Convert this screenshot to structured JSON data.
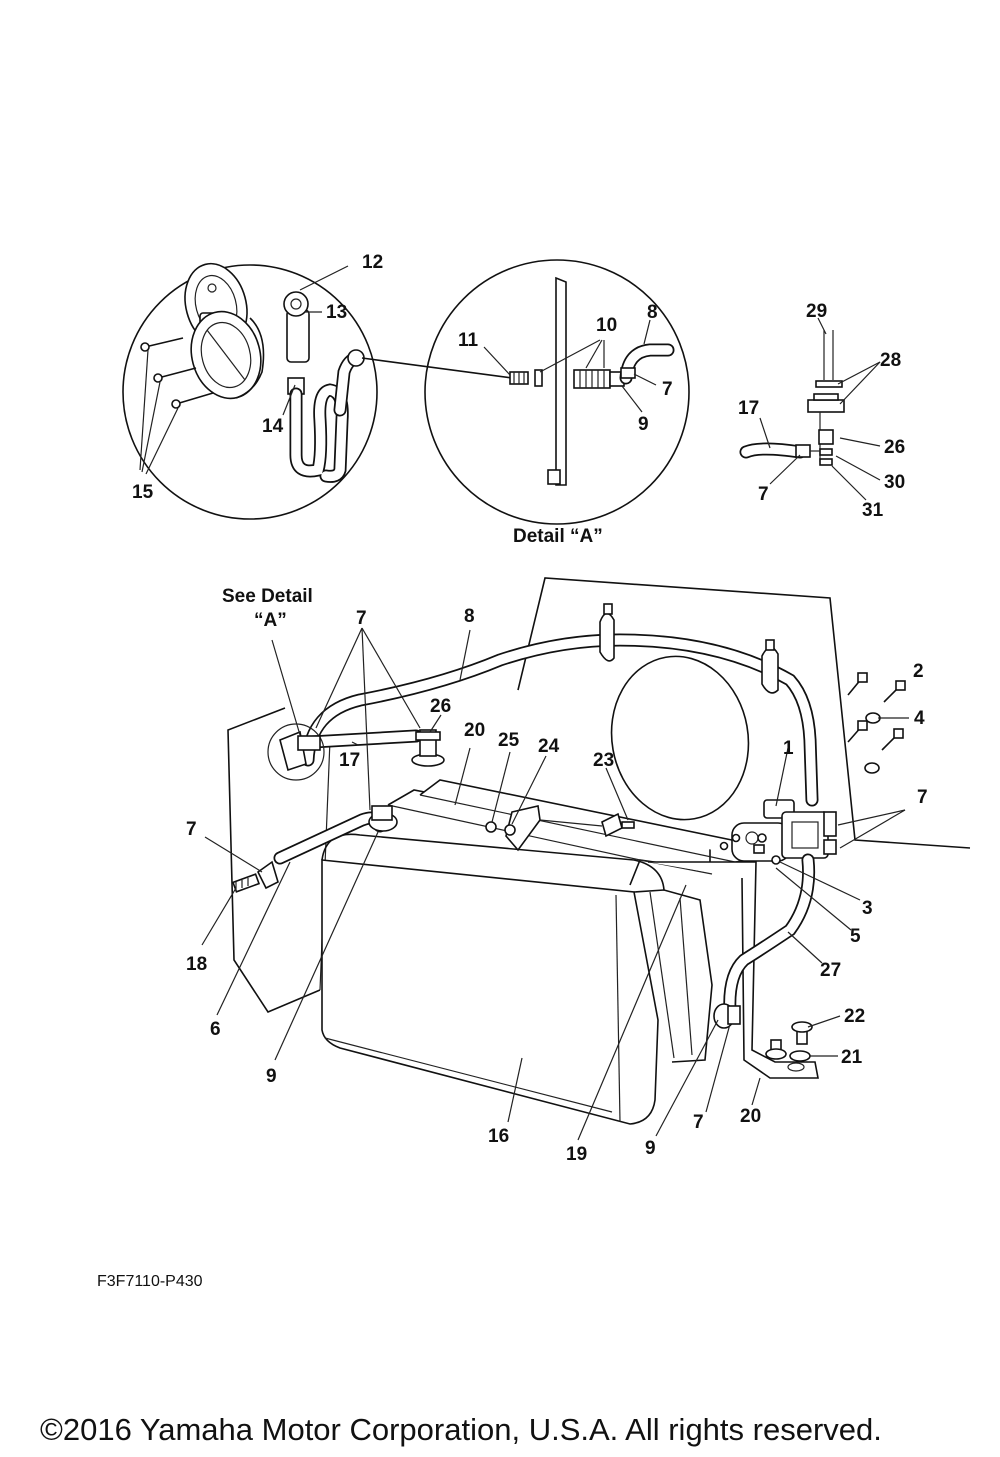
{
  "callouts": [
    {
      "id": "c12",
      "text": "12"
    },
    {
      "id": "c13",
      "text": "13"
    },
    {
      "id": "c14",
      "text": "14"
    },
    {
      "id": "c15",
      "text": "15"
    },
    {
      "id": "c11",
      "text": "11"
    },
    {
      "id": "c10",
      "text": "10"
    },
    {
      "id": "c8a",
      "text": "8"
    },
    {
      "id": "c7a",
      "text": "7"
    },
    {
      "id": "c9a",
      "text": "9"
    },
    {
      "id": "c29",
      "text": "29"
    },
    {
      "id": "c28",
      "text": "28"
    },
    {
      "id": "c17a",
      "text": "17"
    },
    {
      "id": "c26a",
      "text": "26"
    },
    {
      "id": "c30",
      "text": "30"
    },
    {
      "id": "c31",
      "text": "31"
    },
    {
      "id": "c7b",
      "text": "7"
    },
    {
      "id": "c7c",
      "text": "7"
    },
    {
      "id": "c8b",
      "text": "8"
    },
    {
      "id": "c26b",
      "text": "26"
    },
    {
      "id": "c20a",
      "text": "20"
    },
    {
      "id": "c25",
      "text": "25"
    },
    {
      "id": "c24",
      "text": "24"
    },
    {
      "id": "c23",
      "text": "23"
    },
    {
      "id": "c1",
      "text": "1"
    },
    {
      "id": "c2",
      "text": "2"
    },
    {
      "id": "c4",
      "text": "4"
    },
    {
      "id": "c7d",
      "text": "7"
    },
    {
      "id": "c17b",
      "text": "17"
    },
    {
      "id": "c7e",
      "text": "7"
    },
    {
      "id": "c18",
      "text": "18"
    },
    {
      "id": "c6",
      "text": "6"
    },
    {
      "id": "c9b",
      "text": "9"
    },
    {
      "id": "c3",
      "text": "3"
    },
    {
      "id": "c5",
      "text": "5"
    },
    {
      "id": "c27",
      "text": "27"
    },
    {
      "id": "c22",
      "text": "22"
    },
    {
      "id": "c21",
      "text": "21"
    },
    {
      "id": "c16",
      "text": "16"
    },
    {
      "id": "c19",
      "text": "19"
    },
    {
      "id": "c9c",
      "text": "9"
    },
    {
      "id": "c7f",
      "text": "7"
    },
    {
      "id": "c20b",
      "text": "20"
    }
  ],
  "detail_caption": "Detail “A”",
  "see_detail_line1": "See  Detail",
  "see_detail_line2": "“A”",
  "figure_code": "F3F7110-P430",
  "copyright": "©2016 Yamaha Motor Corporation, U.S.A. All rights reserved."
}
